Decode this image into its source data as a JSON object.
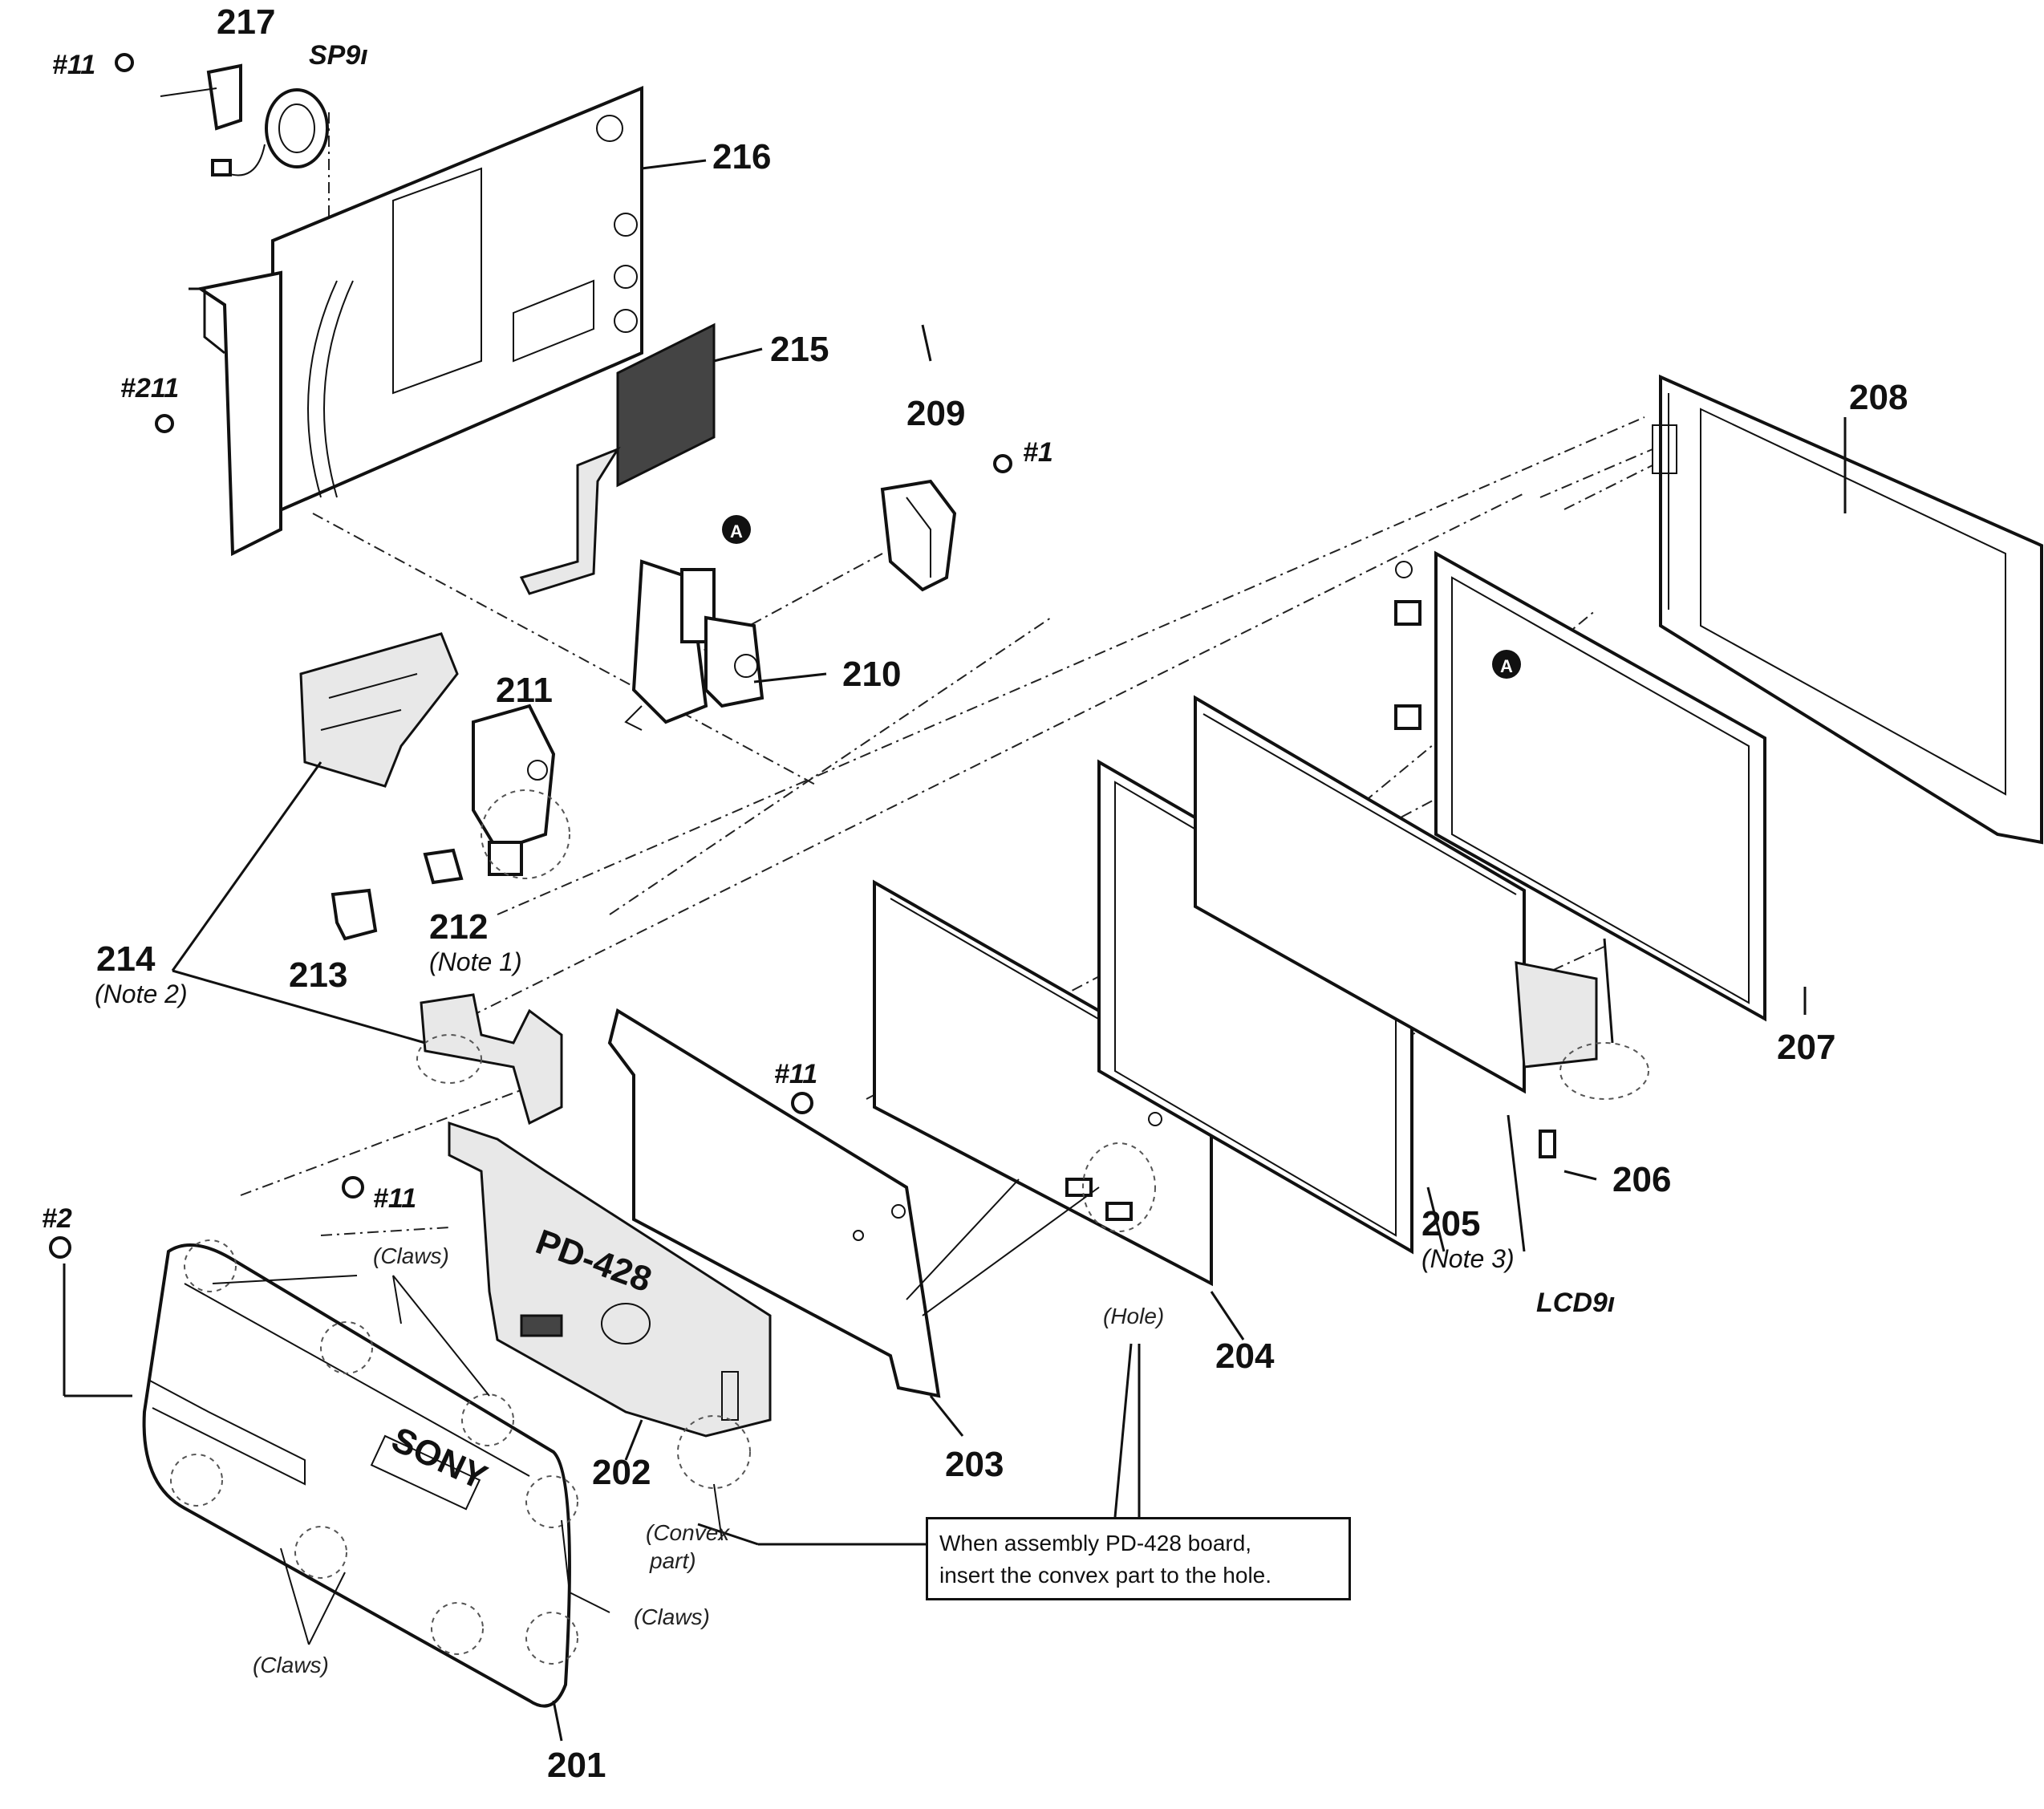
{
  "labels": {
    "p201": "201",
    "p202": "202",
    "p203": "203",
    "p204": "204",
    "p205": "205",
    "p206": "206",
    "p207": "207",
    "p208": "208",
    "p209": "209",
    "p210": "210",
    "p211": "211",
    "p212": "212",
    "p213": "213",
    "p214": "214",
    "p215": "215",
    "p216": "216",
    "p217": "217",
    "sp9": "SP9ı",
    "lcd9": "LCD9ı",
    "screw11_a": "#11",
    "screw11_b": "#11",
    "screw11_c": "#11",
    "screw211": "#211",
    "screw1": "#1",
    "screw2": "#2",
    "marker_a1": "A",
    "marker_a2": "A",
    "note1": "(Note 1)",
    "note2": "(Note 2)",
    "note3": "(Note 3)",
    "claws_top": "(Claws)",
    "claws_right": "(Claws)",
    "claws_bottom": "(Claws)",
    "hole": "(Hole)",
    "convex_1": "(Convex",
    "convex_2": "part)",
    "board_text": "PD-428",
    "brand": "SONY"
  },
  "callout": {
    "line1": "When assembly PD-428 board,",
    "line2": "insert the convex part to the hole."
  }
}
